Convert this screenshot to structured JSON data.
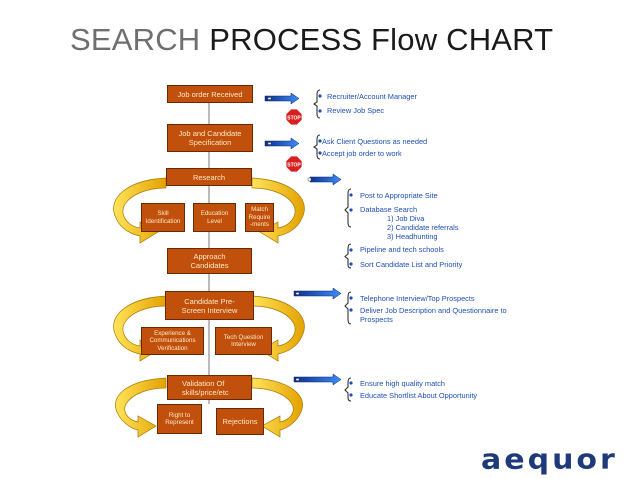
{
  "title": {
    "part1": "SEARCH",
    "part2": "PROCESS Flow CHART"
  },
  "boxes": {
    "job_order": "Job order Received",
    "job_candidate_spec": "Job and Candidate Specification",
    "research": "Research",
    "skill": "Skill Identification",
    "education": "Education Level",
    "match": "Match Require-ments",
    "approach": "Approach Candidates",
    "prescreen": "Candidate Pre-Screen Interview",
    "experience": "Experience & Communications Verification",
    "tech": "Tech Question Interview",
    "validation": "Validation Of skills/price/etc",
    "right_to_represent": "Right to Represent",
    "rejections": "Rejections"
  },
  "stop_label": "STOP",
  "notes": {
    "recruiter": "Recruiter/Account Manager",
    "review_spec": "Review Job Spec",
    "ask_client": "Ask Client Questions as needed",
    "accept_order": "Accept job order to work",
    "post_site": "Post to Appropriate Site",
    "database_search": "Database Search",
    "job_diva": "1)   Job Diva",
    "candidate_referrals": "2)   Candidate referrals",
    "headhunting": "3)   Headhunting",
    "pipeline": "Pipeline and tech schools",
    "sort_list": "Sort Candidate  List and Priority",
    "telephone": "Telephone Interview/Top Prospects",
    "deliver": "Deliver Job Description and Questionnaire to",
    "prospects": "Prospects",
    "ensure_quality": "Ensure high quality match",
    "educate_shortlist": "Educate Shortlist About Opportunity"
  },
  "logo": "aequor",
  "colors": {
    "box_fill": "#c0500b",
    "arrow_fill": "#f0b400",
    "note_text": "#1f4fb4",
    "stop_red": "#d81e1e",
    "link_arrow": "#1c5bdc"
  }
}
